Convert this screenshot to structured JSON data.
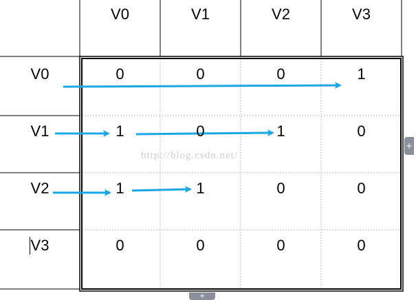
{
  "column_headers": [
    "V0",
    "V1",
    "V2",
    "V3"
  ],
  "row_headers": [
    "V0",
    "V1",
    "V2",
    "V3"
  ],
  "matrix": [
    [
      "0",
      "0",
      "0",
      "1"
    ],
    [
      "1",
      "0",
      "1",
      "0"
    ],
    [
      "1",
      "1",
      "0",
      "0"
    ],
    [
      "0",
      "0",
      "0",
      "0"
    ]
  ],
  "arrows": [
    {
      "from_row": "V0",
      "to_row": "V0",
      "to_col": "V3"
    },
    {
      "from_row": "V1",
      "to_row": "V1",
      "to_col": "V0"
    },
    {
      "from_row": "V1",
      "to_row": "V1",
      "to_col": "V2"
    },
    {
      "from_row": "V2",
      "to_row": "V2",
      "to_col": "V0"
    },
    {
      "from_row": "V2",
      "to_row": "V2",
      "to_col": "V1"
    }
  ],
  "watermark": "http://blog.csdn.net/",
  "colors": {
    "arrow": "#1aa7e4",
    "grid": "#000000",
    "grid_dotted": "#b8b8b8",
    "watermark": "#cfcfcf",
    "handle": "#8a9099"
  },
  "icons": {
    "resize_right": "plus-handle-icon",
    "resize_bottom": "plus-handle-icon"
  },
  "handle_glyph": "+"
}
